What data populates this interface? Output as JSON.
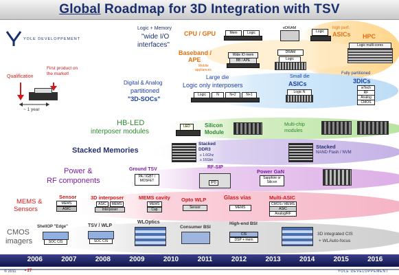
{
  "title": {
    "prefix": "Global",
    "rest": " Roadmap for 3D Integration with TSV"
  },
  "logo": {
    "brand": "YOLE DEVELOPPEMENT",
    "footer_brand": "YOLE DEVELOPPEMENT"
  },
  "legend": {
    "qualification": "Qualification",
    "first_product": "First product on the market!",
    "one_year": "~ 1 year"
  },
  "years": [
    "2006",
    "2007",
    "2008",
    "2009",
    "2010",
    "2011",
    "2012",
    "2013",
    "2014",
    "2015",
    "2016"
  ],
  "footer": {
    "copyright": "© 2011",
    "page": "• 27"
  },
  "rows": {
    "logic_memory": {
      "title": "Logic + Memory",
      "sub": "\"wide I/O",
      "sub2": "interfaces\""
    },
    "cpu_gpu": {
      "label": "CPU / GPU",
      "mem": "Mem",
      "logic": "Logic",
      "edram": "eDRAM",
      "logic2": "Logic",
      "high_perf": "high perf.",
      "asics": "ASICs",
      "hpc": "HPC",
      "logic_multi": "Logic multi-cores"
    },
    "baseband": {
      "label1": "Baseband /",
      "label2": "APE",
      "mobile1": "Mobile",
      "mobile2": "appliances",
      "wide_io": "Wide IO mem",
      "bb_ape": "BB / APE",
      "dram": "DRAM",
      "logic": "Logic"
    },
    "partitioned": {
      "l1": "Digital & Analog",
      "l2": "partitioned",
      "l3": "\"3D-SOCs\"",
      "large_die": "Large die",
      "logic_only": "Logic only interposers",
      "small_die": "Small die",
      "asics": "ASICs",
      "fully": "Fully partitioned",
      "dics": "3DICs",
      "logic": "Logic",
      "n": "N",
      "n2": "N+2",
      "n1": "N+1",
      "logic_n": "Logic N",
      "analog": "Analog",
      "rf": "RF",
      "wtech": "wTech",
      "cmos": "CMOS"
    },
    "hbled": {
      "l1": "HB-LED",
      "l2": "interposer modules",
      "led": "LED",
      "si_module1": "Silicon",
      "si_module2": "Module",
      "multi1": "Multi-chip",
      "multi2": "modules"
    },
    "stacked": {
      "label": "Stacked Memories",
      "stacked": "Stacked",
      "ddr3": "DDR3",
      "g1": "≥ 1.6Ghz",
      "g2": "≥ 16Gbit",
      "stacked2": "Stacked",
      "nand": "NAND Flash / NVM"
    },
    "power_rf": {
      "l1": "Power &",
      "l2": "RF components",
      "ground": "Ground TSV",
      "pa": "PA / IGBT /",
      "mosfet": "MOSFET",
      "rfsip": "RF-SIP",
      "ipd": "IPD",
      "power_gan": "Power GaN",
      "sapphire": "Sapphire or",
      "silicon": "Silicon"
    },
    "mems": {
      "l1": "MEMS &",
      "l2": "Sensors",
      "sensor": "Sensor",
      "mems": "MEMS",
      "asic": "ASIC",
      "interposer_3d": "3D interposer",
      "asic2": "ASIC",
      "mems2": "MEMS",
      "interposer": "Interposer",
      "mems_cavity": "MEMS cavity",
      "mems3": "MEMS",
      "cap": "Cap",
      "opto_wlp": "Opto WLP",
      "sensor2": "Sensor",
      "glass_vias": "Glass vias",
      "mems4": "MEMS",
      "multi_asic": "Multi-ASIC",
      "cmos_mems": "CMOS / MEMS",
      "asic3": "ASIC",
      "analog_rf": "Analog/RF"
    },
    "cmos": {
      "l1": "CMOS",
      "l2": "imagers",
      "shellop": "ShellOP \"Edge\"",
      "soc_cis": "SOC CIS",
      "tsv_wlp": "TSV / WLP",
      "soc_cis2": "SOC CIS",
      "wloptics": "WLOptics",
      "consumer_bsi": "Consumer BSI",
      "high_end_bsi": "High-end BSI",
      "cis": "CIS",
      "dsp_mem": "DSP + mem",
      "integrated": "3D integrated CIS",
      "autofocus": "+ WLAuto-focus"
    }
  },
  "colors": {
    "title": "#1a2f6e",
    "orange": "#e07010",
    "green": "#2c8a2c",
    "red": "#d01818",
    "purple": "#7a1fa0",
    "navy": "#26306e",
    "blue": "#1a3fa8"
  }
}
